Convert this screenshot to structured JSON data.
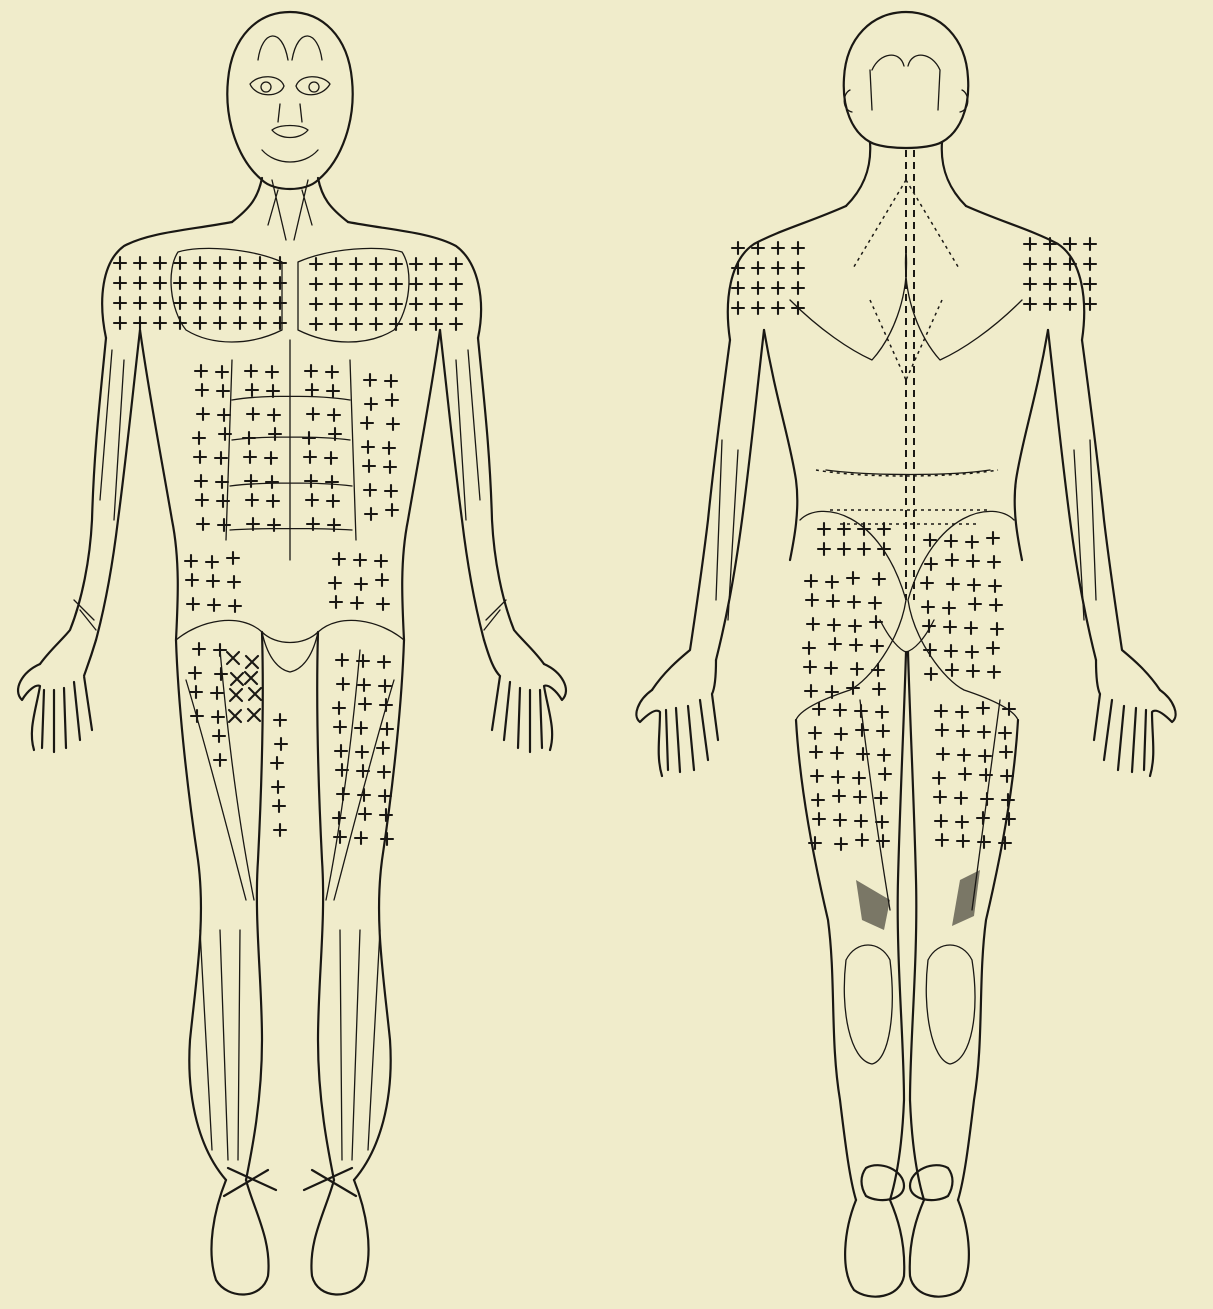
{
  "figure": {
    "views": [
      {
        "name": "anterior-figure",
        "marker": "plus"
      },
      {
        "name": "posterior-figure",
        "marker": "plus"
      }
    ],
    "ink_color": "#1a1814",
    "paper_color": "#f0eccb",
    "marker_glyphs": [
      "+",
      "×"
    ]
  }
}
